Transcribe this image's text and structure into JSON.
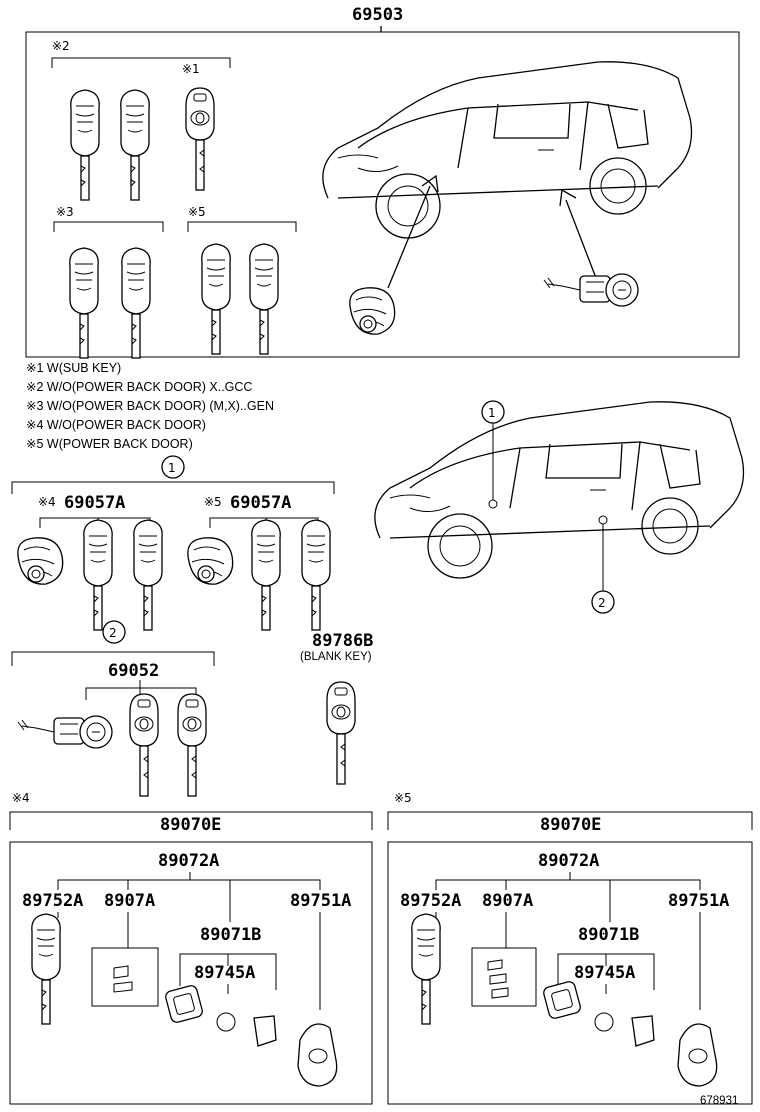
{
  "top": {
    "part_number": "69503"
  },
  "marks": {
    "m1": "※1",
    "m2": "※2",
    "m3": "※3",
    "m4": "※4",
    "m5": "※5"
  },
  "notes": [
    "※1 W(SUB KEY)",
    "※2 W/O(POWER BACK DOOR) X..GCC",
    "※3 W/O(POWER BACK DOOR) (M,X)..GEN",
    "※4 W/O(POWER BACK DOOR)",
    "※5 W(POWER BACK DOOR)"
  ],
  "callouts": {
    "c1": "1",
    "c2": "2"
  },
  "set1": {
    "left_mark": "※4",
    "left_part": "69057A",
    "right_mark": "※5",
    "right_part": "69057A"
  },
  "set2": {
    "part": "69052"
  },
  "blank_key": {
    "part": "89786B",
    "label": "(BLANK KEY)"
  },
  "transmitter_left": {
    "mark": "※4",
    "assy": "89070E",
    "sub": "89072A",
    "p1": "89752A",
    "p2": "8907A",
    "p3": "89071B",
    "p4": "89745A",
    "p5": "89751A"
  },
  "transmitter_right": {
    "mark": "※5",
    "assy": "89070E",
    "sub": "89072A",
    "p1": "89752A",
    "p2": "8907A",
    "p3": "89071B",
    "p4": "89745A",
    "p5": "89751A"
  },
  "illustration_number": "678931"
}
